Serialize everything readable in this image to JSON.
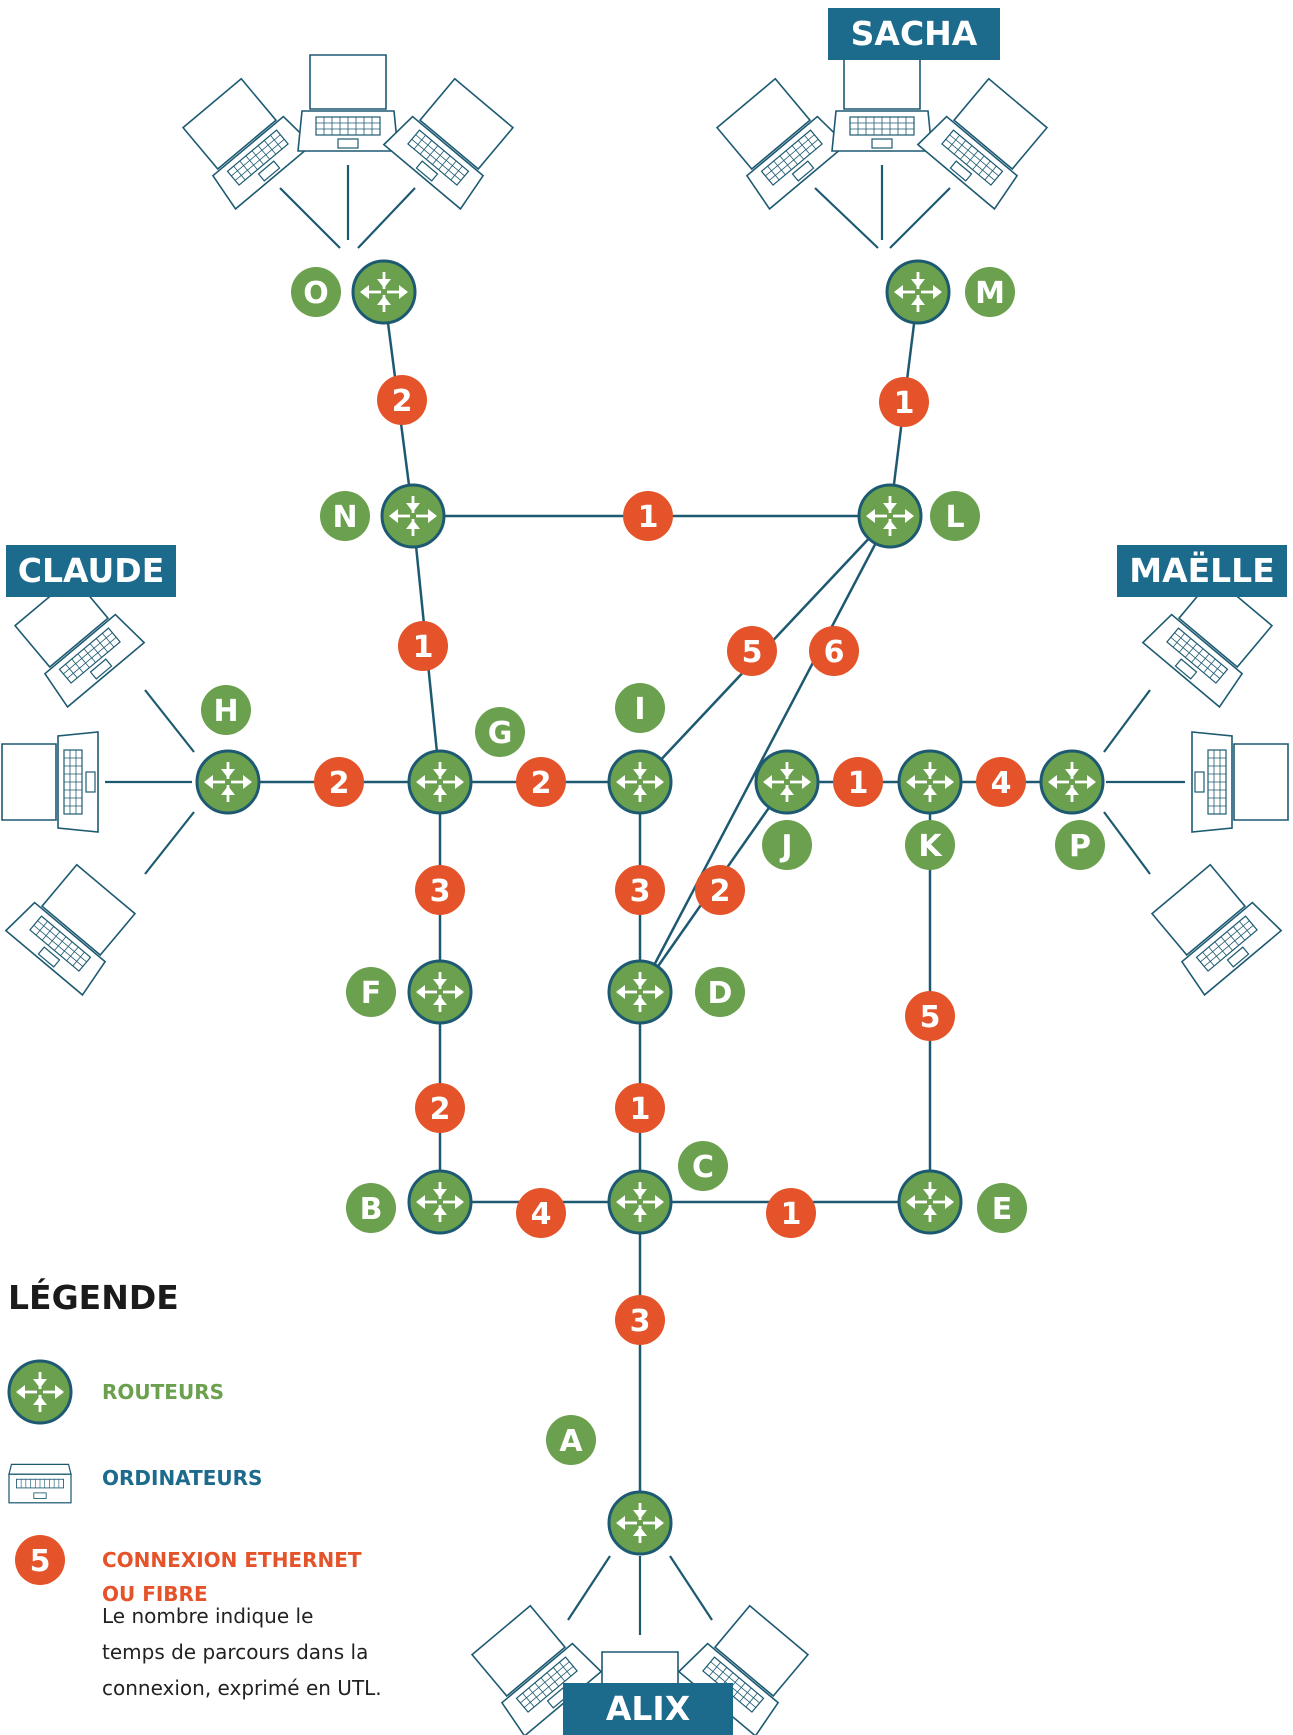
{
  "colors": {
    "router_fill": "#6aa04e",
    "router_stroke": "#1d5a72",
    "link": "#1d5a72",
    "cost_badge": "#e4532a",
    "label_badge": "#6aa04e",
    "user_label_bg": "#1d6b8c",
    "legend_routers": "#6aa04e",
    "legend_computers": "#1d6b8c",
    "legend_connection": "#e4532a"
  },
  "users": {
    "sacha": "SACHA",
    "claude": "CLAUDE",
    "maelle": "MAËLLE",
    "alix": "ALIX"
  },
  "routers": [
    "A",
    "B",
    "C",
    "D",
    "E",
    "F",
    "G",
    "H",
    "I",
    "J",
    "K",
    "L",
    "M",
    "N",
    "O",
    "P"
  ],
  "links": [
    {
      "from": "O",
      "to": "N",
      "cost": "2"
    },
    {
      "from": "M",
      "to": "L",
      "cost": "1"
    },
    {
      "from": "N",
      "to": "L",
      "cost": "1"
    },
    {
      "from": "N",
      "to": "G",
      "cost": "1"
    },
    {
      "from": "L",
      "to": "I",
      "cost": "5"
    },
    {
      "from": "L",
      "to": "D",
      "cost": "6"
    },
    {
      "from": "H",
      "to": "G",
      "cost": "2"
    },
    {
      "from": "G",
      "to": "I",
      "cost": "2"
    },
    {
      "from": "J",
      "to": "K",
      "cost": "1"
    },
    {
      "from": "K",
      "to": "P",
      "cost": "4"
    },
    {
      "from": "G",
      "to": "F",
      "cost": "3"
    },
    {
      "from": "I",
      "to": "D",
      "cost": "3"
    },
    {
      "from": "J",
      "to": "D",
      "cost": "2"
    },
    {
      "from": "F",
      "to": "B",
      "cost": "2"
    },
    {
      "from": "D",
      "to": "C",
      "cost": "1"
    },
    {
      "from": "K",
      "to": "E",
      "cost": "5"
    },
    {
      "from": "B",
      "to": "C",
      "cost": "4"
    },
    {
      "from": "C",
      "to": "E",
      "cost": "1"
    },
    {
      "from": "C",
      "to": "A",
      "cost": "3"
    }
  ],
  "legend": {
    "title": "LÉGENDE",
    "routers": "ROUTEURS",
    "computers": "ORDINATEURS",
    "connection_example": "5",
    "connection_line1": "CONNEXION ETHERNET",
    "connection_line2": "OU FIBRE",
    "desc_line1": "Le nombre indique le",
    "desc_line2": "temps de parcours dans la",
    "desc_line3": "connexion, exprimé en UTL."
  }
}
